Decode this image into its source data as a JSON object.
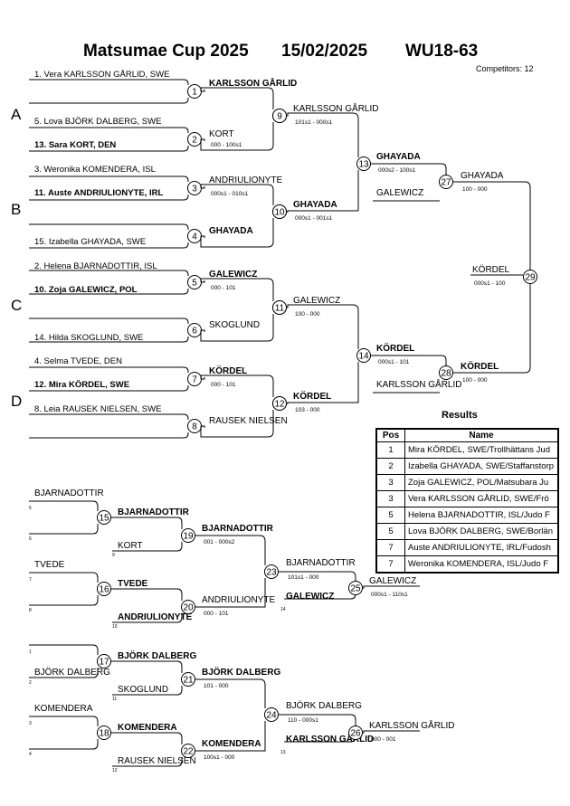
{
  "header": {
    "event": "Matsumae Cup 2025",
    "date": "15/02/2025",
    "category": "WU18-63",
    "competitors": "Competitors: 12"
  },
  "pools": [
    "A",
    "B",
    "C",
    "D"
  ],
  "entrants": [
    {
      "label": "1. Vera KARLSSON GÅRLID, SWE",
      "bold": false
    },
    {
      "label": "5. Lova BJÖRK DALBERG, SWE",
      "bold": false
    },
    {
      "label": "13. Sara KORT, DEN",
      "bold": true
    },
    {
      "label": "3. Weronika KOMENDERA, ISL",
      "bold": false
    },
    {
      "label": "11. Auste ANDRIULIONYTE, IRL",
      "bold": true
    },
    {
      "label": "15. Izabella GHAYADA, SWE",
      "bold": false
    },
    {
      "label": "2. Helena BJARNADOTTIR, ISL",
      "bold": false
    },
    {
      "label": "10. Zoja GALEWICZ, POL",
      "bold": true
    },
    {
      "label": "14. Hilda SKOGLUND, SWE",
      "bold": false
    },
    {
      "label": "4. Selma TVEDE, DEN",
      "bold": false
    },
    {
      "label": "12. Mira KÖRDEL, SWE",
      "bold": true
    },
    {
      "label": "8. Leia RAUSEK NIELSEN, SWE",
      "bold": false
    }
  ],
  "main_draw": {
    "round1": [
      {
        "num": "1",
        "top": "KARLSSON GÅRLID",
        "bottom": "",
        "score": "",
        "winner_top": true
      },
      {
        "num": "2",
        "top": "KORT",
        "bottom": "",
        "score": "000 - 100s1",
        "winner_top": false
      },
      {
        "num": "3",
        "top": "ANDRIULIONYTE",
        "bottom": "",
        "score": "000s1 - 010s1",
        "winner_top": false
      },
      {
        "num": "4",
        "top": "GHAYADA",
        "bottom": "",
        "score": "",
        "winner_top": true
      },
      {
        "num": "5",
        "top": "GALEWICZ",
        "bottom": "",
        "score": "000 - 101",
        "winner_top": true
      },
      {
        "num": "6",
        "top": "SKOGLUND",
        "bottom": "",
        "score": "",
        "winner_top": false
      },
      {
        "num": "7",
        "top": "KÖRDEL",
        "bottom": "",
        "score": "000 - 101",
        "winner_top": true
      },
      {
        "num": "8",
        "top": "RAUSEK NIELSEN",
        "bottom": "",
        "score": "",
        "winner_top": false
      }
    ],
    "round2": [
      {
        "num": "9",
        "top": "KARLSSON GÅRLID",
        "score": "101s1 - 000s1",
        "winner_top": false
      },
      {
        "num": "10",
        "top": "GHAYADA",
        "score": "000s1 - 001s1",
        "winner_top": true
      },
      {
        "num": "11",
        "top": "GALEWICZ",
        "score": "100 - 000",
        "winner_top": false
      },
      {
        "num": "12",
        "top": "KÖRDEL",
        "score": "103 - 000",
        "winner_top": true
      }
    ],
    "semis": [
      {
        "num": "13",
        "top": "GHAYADA",
        "score": "000s2 - 100s1",
        "bottom": "GALEWICZ",
        "winner_top": true
      },
      {
        "num": "14",
        "top": "KÖRDEL",
        "score": "000s1 - 101",
        "bottom": "KARLSSON GÅRLID",
        "winner_top": true
      }
    ],
    "finals_side": [
      {
        "num": "27",
        "name": "GHAYADA",
        "score": "100 - 000"
      },
      {
        "num": "28",
        "name": "KÖRDEL",
        "score": "100 - 000"
      }
    ],
    "final": {
      "num": "29",
      "name": "KÖRDEL",
      "score": "000s1 - 100"
    }
  },
  "repechage": {
    "r1": [
      {
        "num": "15",
        "top_seed": "BJARNADOTTIR",
        "top_small": "5",
        "bottom_small": "6",
        "winner": "BJARNADOTTIR"
      },
      {
        "num": "16",
        "top_seed": "TVEDE",
        "top_small": "7",
        "bottom_small": "8",
        "winner": "TVEDE"
      },
      {
        "num": "17",
        "top_seed": "",
        "top_small": "1",
        "bottom_small": "2",
        "bottom_seed": "BJÖRK DALBERG",
        "winner": "BJÖRK DALBERG"
      },
      {
        "num": "18",
        "top_seed": "KOMENDERA",
        "top_small": "3",
        "bottom_small": "4",
        "winner": "KOMENDERA"
      }
    ],
    "r2": [
      {
        "num": "19",
        "top": "BJARNADOTTIR",
        "bottom": "KORT",
        "bottom_small": "9",
        "score": "001 - 000s2",
        "winner": "BJARNADOTTIR"
      },
      {
        "num": "20",
        "top": "TVEDE",
        "bottom": "ANDRIULIONYTE",
        "bottom_small": "10",
        "score": "000 - 101",
        "winner": "ANDRIULIONYTE"
      },
      {
        "num": "21",
        "top": "BJÖRK DALBERG",
        "bottom": "SKOGLUND",
        "bottom_small": "11",
        "score": "101 - 000",
        "winner": "BJÖRK DALBERG"
      },
      {
        "num": "22",
        "top": "KOMENDERA",
        "bottom": "RAUSEK NIELSEN",
        "bottom_small": "12",
        "score": "100s1 - 000",
        "winner": "KOMENDERA"
      }
    ],
    "r3": [
      {
        "num": "23",
        "top": "BJARNADOTTIR",
        "score": "101s1 - 000",
        "bottom": "GALEWICZ",
        "bottom_small": "14",
        "winner": "GALEWICZ"
      },
      {
        "num": "24",
        "top": "BJÖRK DALBERG",
        "score": "110 - 000s1",
        "bottom": "KARLSSON GÅRLID",
        "bottom_small": "13",
        "winner": "KARLSSON GÅRLID"
      }
    ],
    "bronze": [
      {
        "num": "25",
        "name": "GALEWICZ",
        "score": "000s1 - 110s1"
      },
      {
        "num": "26",
        "name": "KARLSSON GÅRLID",
        "score": "000 - 001"
      }
    ]
  },
  "results": {
    "title": "Results",
    "col_pos": "Pos",
    "col_name": "Name",
    "rows": [
      {
        "pos": "1",
        "name": "Mira KÖRDEL, SWE/Trollhättans Jud"
      },
      {
        "pos": "2",
        "name": "Izabella GHAYADA, SWE/Staffanstorp"
      },
      {
        "pos": "3",
        "name": "Zoja GALEWICZ, POL/Matsubara Ju"
      },
      {
        "pos": "3",
        "name": "Vera KARLSSON GÅRLID, SWE/Frö"
      },
      {
        "pos": "5",
        "name": "Helena BJARNADOTTIR, ISL/Judo F"
      },
      {
        "pos": "5",
        "name": "Lova BJÖRK DALBERG, SWE/Borlän"
      },
      {
        "pos": "7",
        "name": "Auste ANDRIULIONYTE, IRL/Fudosh"
      },
      {
        "pos": "7",
        "name": "Weronika KOMENDERA, ISL/Judo F"
      }
    ]
  }
}
